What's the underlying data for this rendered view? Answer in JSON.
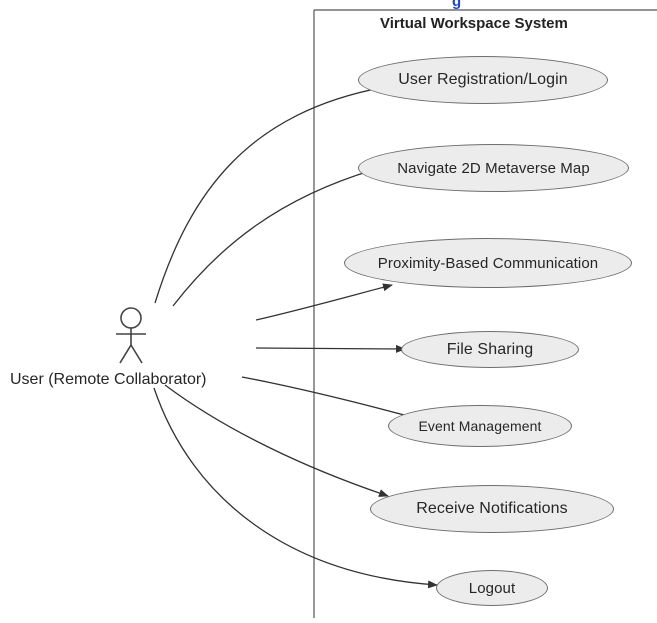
{
  "fragment_text": "g",
  "system": {
    "title": "Virtual Workspace System"
  },
  "actor": {
    "label": "User (Remote Collaborator)"
  },
  "use_cases": [
    {
      "label": "User Registration/Login"
    },
    {
      "label": "Navigate 2D Metaverse Map"
    },
    {
      "label": "Proximity-Based Communication"
    },
    {
      "label": "File Sharing"
    },
    {
      "label": "Event Management"
    },
    {
      "label": "Receive Notifications"
    },
    {
      "label": "Logout"
    }
  ],
  "colors": {
    "line": "#333333",
    "ellipse_fill": "#ececec",
    "ellipse_border": "#6e6e6e",
    "fragment_text": "#1f47c9"
  }
}
